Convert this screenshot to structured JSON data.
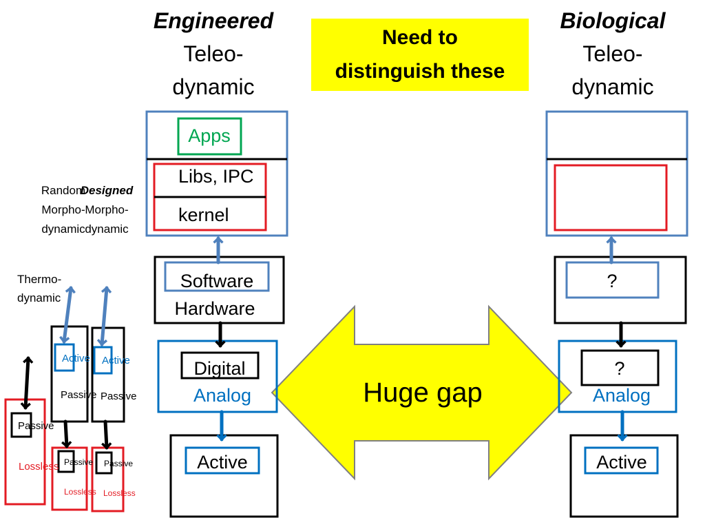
{
  "left_header": {
    "emphasis": "Engineered",
    "line2": "Teleo-",
    "line3": "dynamic"
  },
  "right_header": {
    "emphasis": "Biological",
    "line2": "Teleo-",
    "line3": "dynamic"
  },
  "callout": {
    "line1": "Need to",
    "line2": "distinguish these",
    "color": "#ffff00"
  },
  "engineered_stack": {
    "apps": "Apps",
    "libs": "Libs, IPC",
    "kernel": "kernel",
    "software": "Software",
    "hardware": "Hardware",
    "digital": "Digital",
    "analog": "Analog",
    "active": "Active"
  },
  "biological_stack": {
    "unknown_software": "?",
    "unknown_digital": "?",
    "analog": "Analog",
    "active": "Active"
  },
  "gap_arrow": {
    "label": "Huge gap",
    "color": "#ffff00"
  },
  "left_labels": {
    "random_line1": "Random",
    "random_line2": "Morpho-",
    "random_line3": "dynamic",
    "designed_line1": "Designed",
    "designed_line2": "Morpho-",
    "designed_line3": "dynamic",
    "thermo_line1": "Thermo-",
    "thermo_line2": "dynamic"
  },
  "small_boxes": {
    "passive_big": "Passive",
    "lossless_big": "Lossless",
    "active_a": "Active",
    "active_b": "Active",
    "passive_a": "Passive",
    "passive_b": "Passive",
    "passive_small_a": "Passive",
    "passive_small_b": "Passive",
    "lossless_a": "Lossless",
    "lossless_b": "Lossless"
  },
  "colors": {
    "green": "#00a651",
    "red": "#e31b23",
    "steel_blue": "#4f81bd",
    "blue": "#0070c0",
    "black": "#000000"
  }
}
